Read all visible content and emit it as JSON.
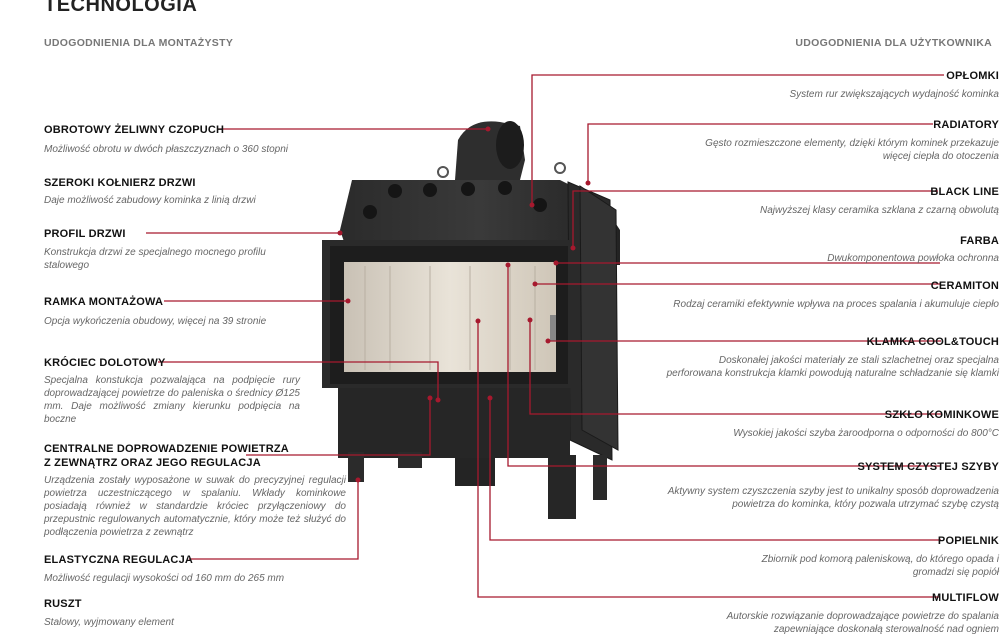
{
  "title": "TECHNOLOGIA",
  "subtitle_left": "UDOGODNIENIA DLA MONTAŻYSTY",
  "subtitle_right": "UDOGODNIENIA DLA UŻYTKOWNIKA",
  "accent_color": "#a6192e",
  "left": [
    {
      "label": "OBROTOWY ŻELIWNY CZOPUCH",
      "desc": "Możliwość obrotu w dwóch płaszczyznach o 360 stopni"
    },
    {
      "label": "SZEROKI KOŁNIERZ DRZWI",
      "desc": "Daje możliwość zabudowy kominka z linią drzwi"
    },
    {
      "label": "PROFIL DRZWI",
      "desc": "Konstrukcja drzwi ze specjalnego mocnego profilu stalowego"
    },
    {
      "label": "RAMKA MONTAŻOWA",
      "desc": "Opcja wykończenia obudowy, więcej na 39 stronie"
    },
    {
      "label": "KRÓCIEC DOLOTOWY",
      "desc": "Specjalna konstukcja pozwalająca na podpięcie rury doprowadzającej powietrze do paleniska o średnicy Ø125 mm. Daje możliwość zmiany kierunku podpięcia na boczne"
    },
    {
      "label": "CENTRALNE DOPROWADZENIE POWIETRZA Z ZEWNĄTRZ ORAZ JEGO REGULACJA",
      "desc": "Urządzenia zostały wyposażone w suwak do precyzyjnej regulacji powietrza uczestniczącego w spalaniu. Wkłady kominkowe posiadają również w standardzie króciec przyłączeniowy do przepustnic regulowanych automatycznie, który może też służyć do podłączenia powietrza z zewnątrz"
    },
    {
      "label": "ELASTYCZNA REGULACJA",
      "desc": "Możliwość regulacji wysokości od 160 mm do 265 mm"
    },
    {
      "label": "RUSZT",
      "desc": "Stalowy, wyjmowany element"
    }
  ],
  "right": [
    {
      "label": "OPŁOMKI",
      "desc": "System rur zwiększających wydajność kominka"
    },
    {
      "label": "RADIATORY",
      "desc": "Gęsto rozmieszczone elementy, dzięki którym kominek przekazuje więcej ciepła do otoczenia"
    },
    {
      "label": "BLACK LINE",
      "desc": "Najwyższej klasy ceramika szklana z czarną obwolutą"
    },
    {
      "label": "FARBA",
      "desc": "Dwukomponentowa powłoka ochronna"
    },
    {
      "label": "CERAMITON",
      "desc": "Rodzaj ceramiki efektywnie wpływa na proces spalania i akumuluje ciepło"
    },
    {
      "label": "KLAMKA COOL&TOUCH",
      "desc": "Doskonałej jakości materiały ze stali szlachetnej oraz specjalna perforowana konstrukcja klamki powodują naturalne schładzanie się klamki"
    },
    {
      "label": "SZKŁO KOMINKOWE",
      "desc": "Wysokiej jakości szyba żaroodporna o odporności do 800°C"
    },
    {
      "label": "SYSTEM CZYSTEJ SZYBY",
      "desc": "Aktywny system czyszczenia szyby jest to unikalny sposób doprowadzenia powietrza do kominka, który pozwala utrzymać szybę czystą"
    },
    {
      "label": "POPIELNIK",
      "desc": "Zbiornik pod komorą paleniskową, do którego opada i gromadzi się popiół"
    },
    {
      "label": "MULTIFLOW",
      "desc": "Autorskie rozwiązanie doprowadzające powietrze do spalania zapewniające doskonałą sterowalność nad ogniem"
    }
  ]
}
